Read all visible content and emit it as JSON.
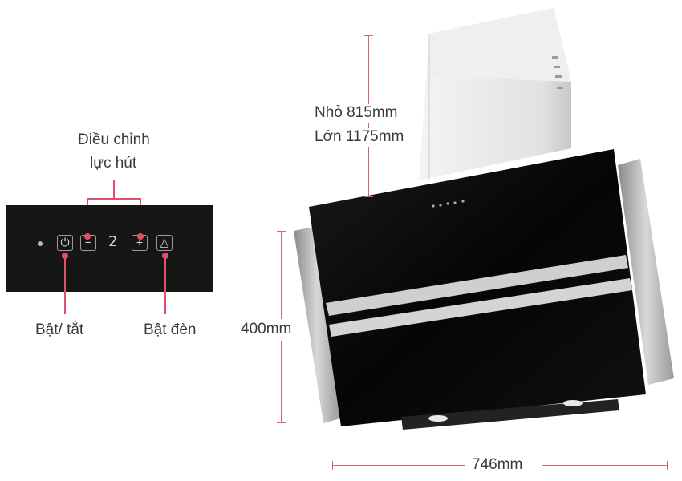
{
  "control_panel": {
    "adjust_suction_label_line1": "Điều chỉnh",
    "adjust_suction_label_line2": "lực hút",
    "power_label": "Bật/ tắt",
    "light_label": "Bật đèn",
    "speed_display": "2"
  },
  "dimensions": {
    "height_small": "Nhỏ 815mm",
    "height_large": "Lớn 1175mm",
    "body_height": "400mm",
    "width": "746mm"
  }
}
